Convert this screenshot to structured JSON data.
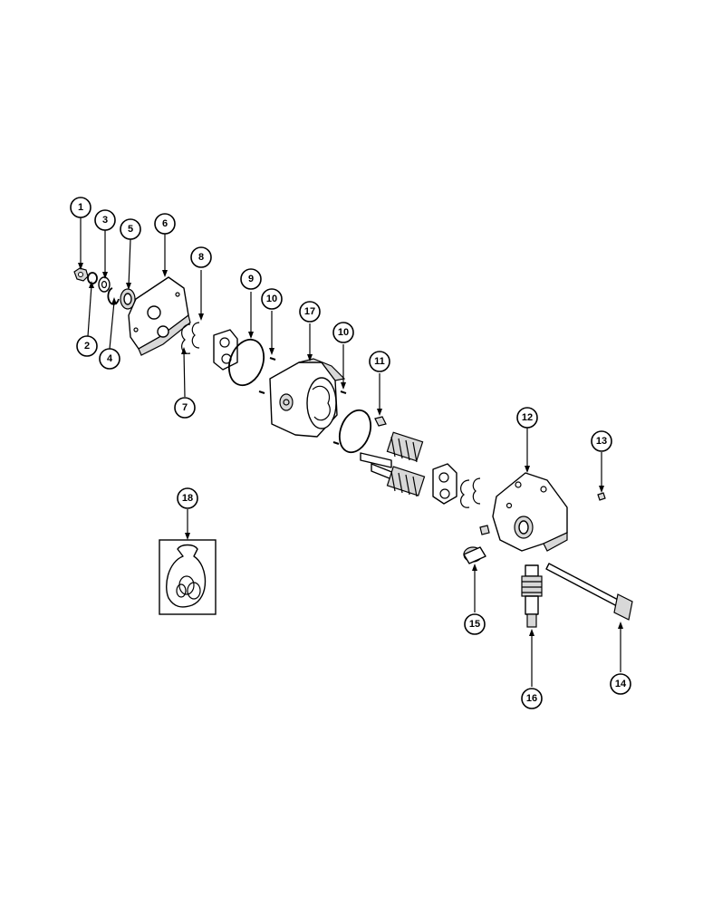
{
  "callouts": [
    {
      "id": "c1",
      "label": "1"
    },
    {
      "id": "c2",
      "label": "2"
    },
    {
      "id": "c3",
      "label": "3"
    },
    {
      "id": "c4",
      "label": "4"
    },
    {
      "id": "c5",
      "label": "5"
    },
    {
      "id": "c6",
      "label": "6"
    },
    {
      "id": "c7",
      "label": "7"
    },
    {
      "id": "c8",
      "label": "8"
    },
    {
      "id": "c9",
      "label": "9"
    },
    {
      "id": "c10a",
      "label": "10"
    },
    {
      "id": "c10b",
      "label": "10"
    },
    {
      "id": "c11",
      "label": "11"
    },
    {
      "id": "c12",
      "label": "12"
    },
    {
      "id": "c13",
      "label": "13"
    },
    {
      "id": "c14",
      "label": "14"
    },
    {
      "id": "c15",
      "label": "15"
    },
    {
      "id": "c16",
      "label": "16"
    },
    {
      "id": "c17",
      "label": "17"
    },
    {
      "id": "c18",
      "label": "18"
    }
  ]
}
